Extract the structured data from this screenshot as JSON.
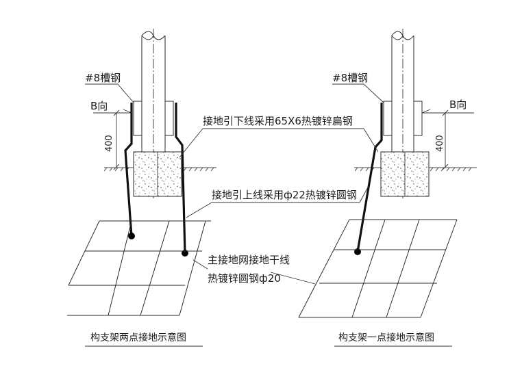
{
  "labels": {
    "channel_left": "#8槽钢",
    "channel_right": "#8槽钢",
    "view_b_left": "B向",
    "view_b_right": "B向",
    "dim_left": "400",
    "dim_right": "400",
    "down_lead": "接地引下线采用65X6热镀锌扁钢",
    "up_lead": "接地引上线采用ф22热镀锌圆钢",
    "main_grid_line1": "主接地网接地干线",
    "main_grid_line2": "热镀锌圆钢ф20"
  },
  "captions": {
    "left": "构支架两点接地示意图",
    "right": "构支架一点接地示意图"
  }
}
